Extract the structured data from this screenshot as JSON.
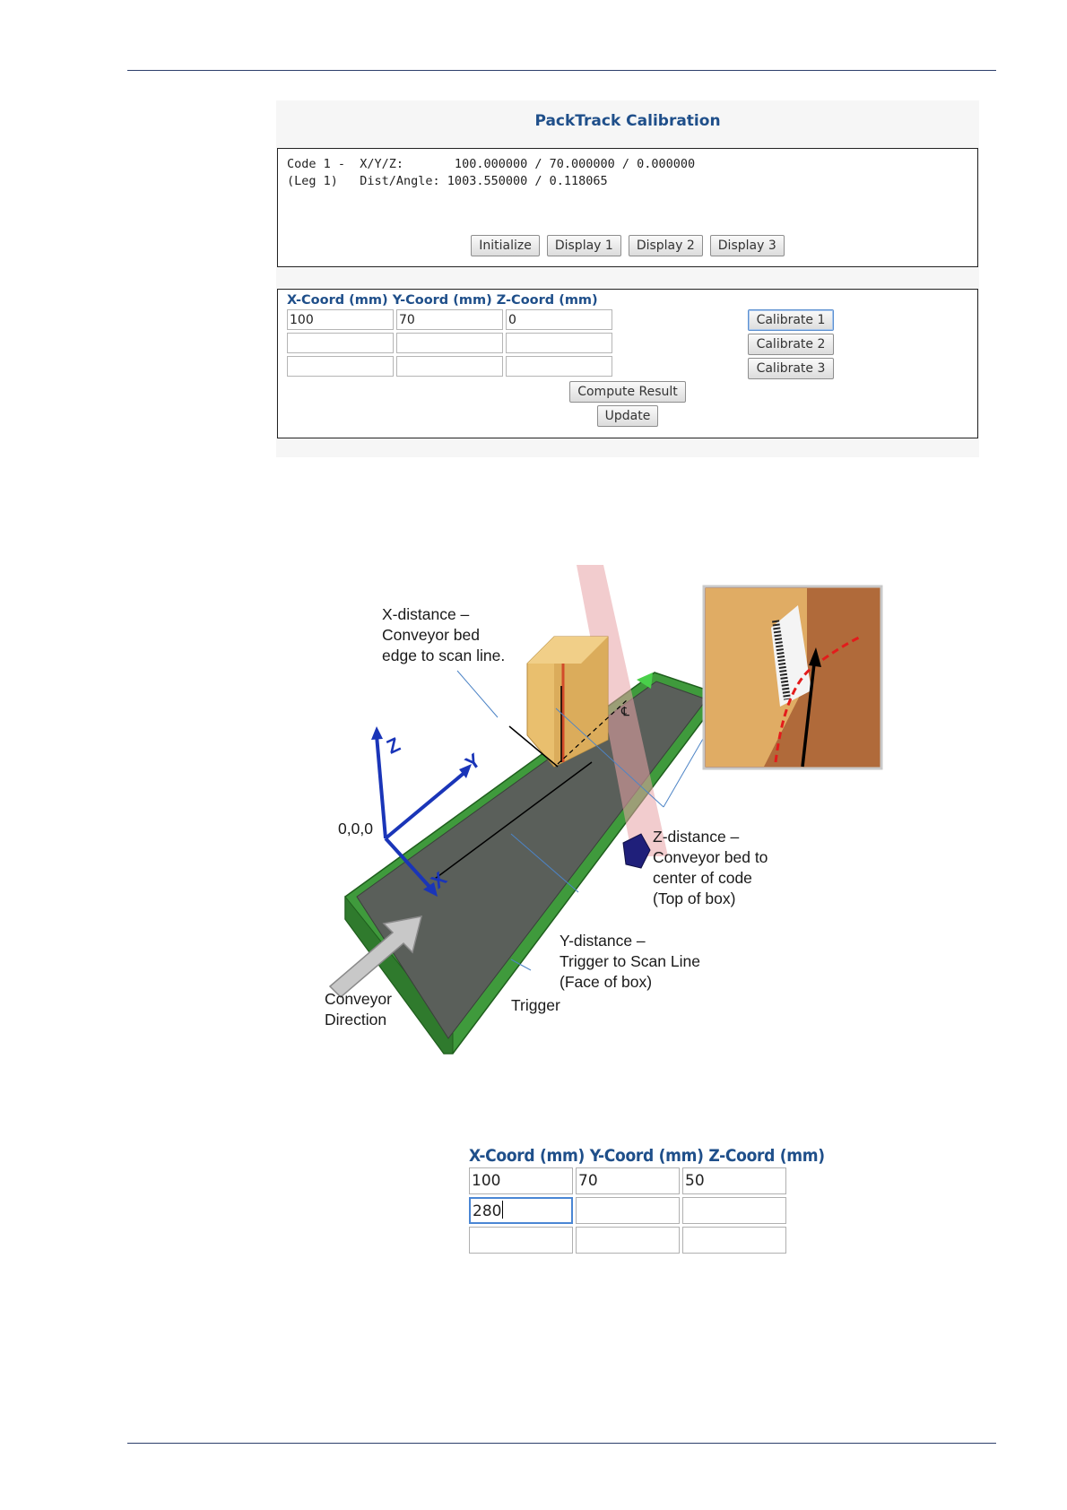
{
  "panel": {
    "title": "PackTrack Calibration",
    "status_line1": "Code 1 -  X/Y/Z:       100.000000 / 70.000000 / 0.000000",
    "status_line2": "(Leg 1)   Dist/Angle: 1003.550000 / 0.118065",
    "buttons": [
      "Initialize",
      "Display 1",
      "Display 2",
      "Display 3"
    ],
    "coord_headers": [
      "X-Coord (mm)",
      "Y-Coord (mm)",
      "Z-Coord (mm)"
    ],
    "rows": [
      [
        "100",
        "70",
        "0"
      ],
      [
        "",
        "",
        ""
      ],
      [
        "",
        "",
        ""
      ]
    ],
    "calibrate_buttons": [
      "Calibrate 1",
      "Calibrate 2",
      "Calibrate 3"
    ],
    "compute_label": "Compute Result",
    "update_label": "Update"
  },
  "diagram": {
    "x_label": [
      "X-distance –",
      "Conveyor bed",
      "edge to scan line."
    ],
    "origin_label": "0,0,0",
    "z_label": [
      "Z-distance –",
      "Conveyor bed to",
      "center of code",
      "(Top of box)"
    ],
    "y_label": [
      "Y-distance –",
      "Trigger to Scan Line",
      "(Face of box)"
    ],
    "trigger_label": "Trigger",
    "direction_label": [
      "Conveyor",
      "Direction"
    ],
    "axis_x": "X",
    "axis_y": "Y",
    "axis_z": "Z",
    "centerline_symbol": "℄"
  },
  "table2": {
    "headers": [
      "X-Coord (mm)",
      "Y-Coord (mm)",
      "Z-Coord (mm)"
    ],
    "rows": [
      [
        "100",
        "70",
        "50"
      ],
      [
        "280",
        "",
        ""
      ],
      [
        "",
        "",
        ""
      ]
    ]
  }
}
